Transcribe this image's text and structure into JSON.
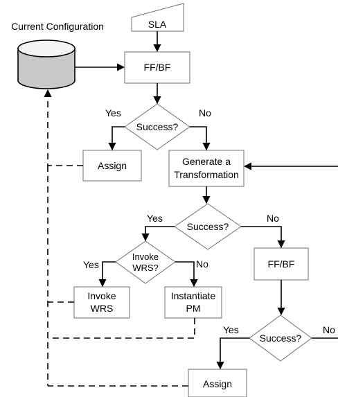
{
  "diagram": {
    "title": "Current Configuration",
    "sla": "SLA",
    "ff_bf_top": "FF/BF",
    "decision1": {
      "label": "Success?",
      "yes": "Yes",
      "no": "No"
    },
    "assign_top": "Assign",
    "generate": {
      "line1": "Generate a",
      "line2": "Transformation"
    },
    "decision2": {
      "label": "Success?",
      "yes": "Yes",
      "no": "No"
    },
    "decision3": {
      "line1": "Invoke",
      "line2": "WRS?",
      "yes": "Yes",
      "no": "No"
    },
    "ff_bf_right": "FF/BF",
    "invoke_wrs": {
      "line1": "Invoke",
      "line2": "WRS"
    },
    "instantiate_pm": {
      "line1": "Instantiate",
      "line2": "PM"
    },
    "decision4": {
      "label": "Success?",
      "yes": "Yes",
      "no": "No"
    },
    "assign_bottom": "Assign"
  },
  "colors": {
    "cylinder_side": "#c8c8c8",
    "cylinder_top": "#f4f4f4",
    "box_border": "#6e6e6e",
    "line": "#000000"
  }
}
